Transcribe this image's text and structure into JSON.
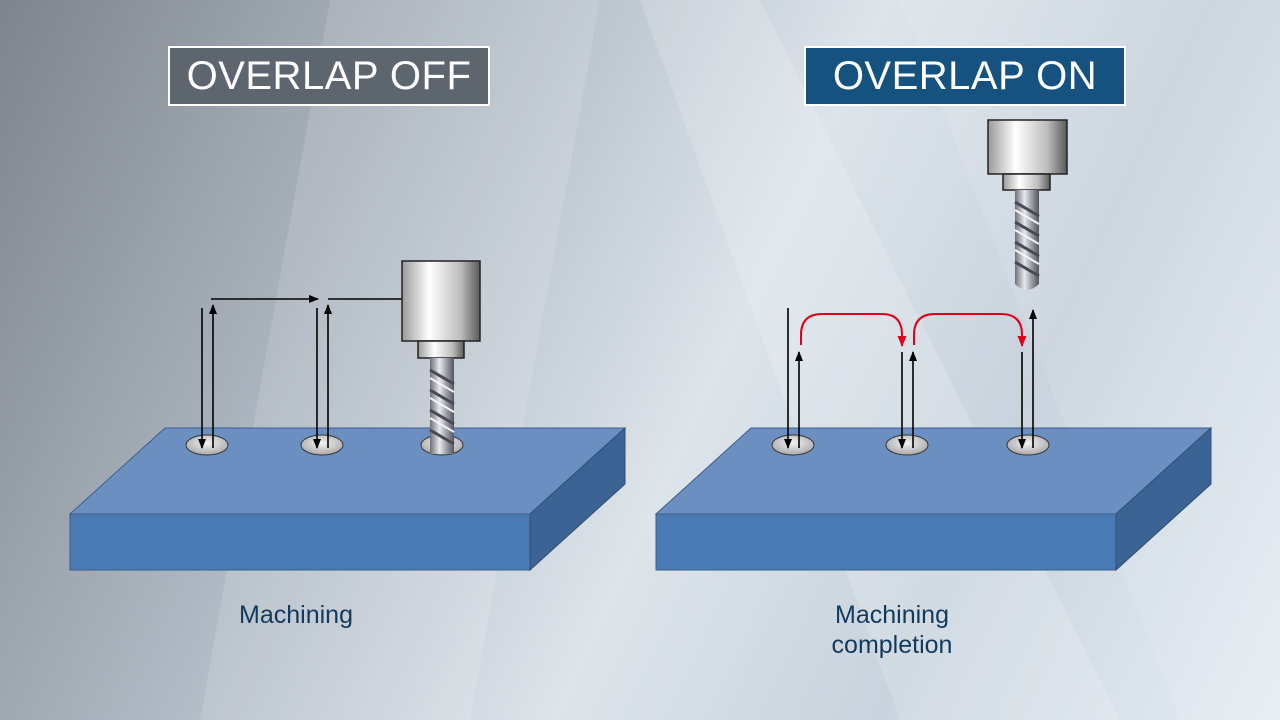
{
  "panels": {
    "left": {
      "title": "OVERLAP OFF",
      "caption": "Machining"
    },
    "right": {
      "title": "OVERLAP ON",
      "caption_line1": "Machining",
      "caption_line2": "completion"
    }
  },
  "colors": {
    "title_off_bg": "#5d666e",
    "title_on_bg": "#16527f",
    "plate_top": "#6a8fc0",
    "plate_front": "#4a7ab4",
    "plate_side": "#3b6393",
    "path_arrow": "#000000",
    "overlap_arrow": "#e0001b",
    "caption_text": "#123a5c"
  },
  "icons": [
    "spindle-holder-icon",
    "drill-bit-icon",
    "hole-icon"
  ]
}
